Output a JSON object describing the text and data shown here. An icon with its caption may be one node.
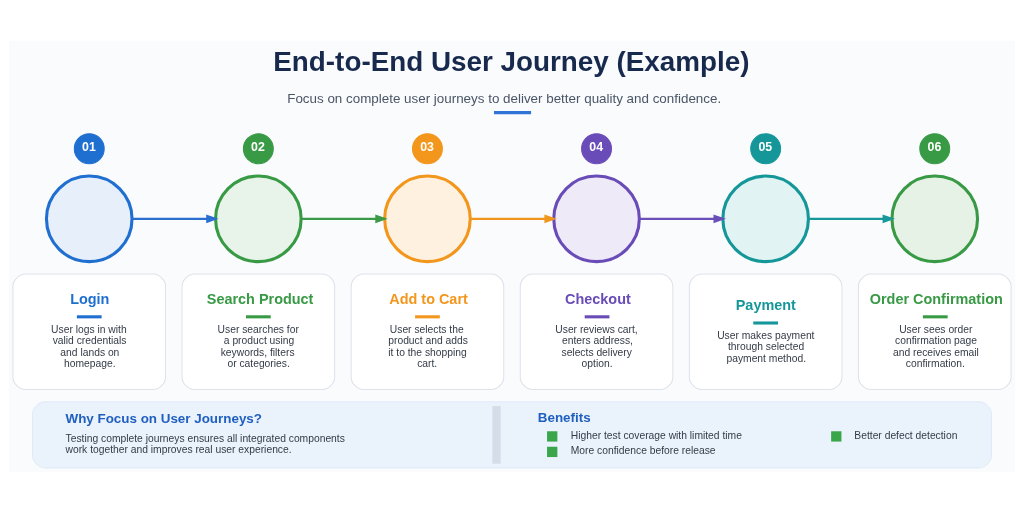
{
  "diagram": {
    "title": "End-to-End User Journey (Example)",
    "nodes": [
      {
        "text": [
          "01"
        ]
      },
      {
        "text": [],
        "shape": "circle"
      },
      {
        "text": [
          "Login",
          "User logs in with valid credentials and lands on homepage."
        ]
      },
      {
        "text": [
          "02"
        ]
      },
      {
        "text": [],
        "shape": "circle"
      },
      {
        "text": [
          "Search Product",
          "User searches for a product using keywords, filters or categories."
        ]
      },
      {
        "text": [
          "03"
        ]
      },
      {
        "text": [],
        "shape": "circle"
      },
      {
        "text": [
          "Add to Cart",
          "User selects the product and adds it to the shopping cart."
        ]
      },
      {
        "text": [
          "04"
        ]
      },
      {
        "text": [],
        "shape": "circle"
      },
      {
        "text": [
          "Checkout",
          "User reviews cart, enters address, selects delivery option."
        ]
      },
      {
        "text": [
          "05"
        ]
      },
      {
        "text": [],
        "shape": "circle"
      },
      {
        "text": [
          "Payment",
          "User makes payment through selected payment method."
        ]
      },
      {
        "text": [
          "06"
        ]
      },
      {
        "text": [],
        "shape": "circle"
      },
      {
        "text": [
          "Order Confirmation",
          "User sees order confirmation page and receives email confirmation."
        ]
      },
      {
        "text": [
          "Why Focus on User Journeys?",
          "Testing complete journeys ensures all integrated components work together and improves real user experience.",
          "Benefits",
          "Higher test coverage with limited time",
          "Better defect detection",
          "More confidence before release"
        ]
      }
    ],
    "edges": [
      {
        "from": 1,
        "to": 4,
        "arrow": "to",
        "color": "#2a6fd0"
      },
      {
        "from": 4,
        "to": 7,
        "arrow": "to",
        "color": "#3a9a47"
      },
      {
        "from": 7,
        "to": 10,
        "arrow": "to",
        "color": "#f0961e"
      },
      {
        "from": 10,
        "to": 13,
        "arrow": "to",
        "color": "#6b4fb8"
      },
      {
        "from": 13,
        "to": 16,
        "arrow": "to",
        "color": "#17989a"
      }
    ],
    "labels": [
      "Focus on complete user journeys to deliver better quality and confidence."
    ]
  }
}
